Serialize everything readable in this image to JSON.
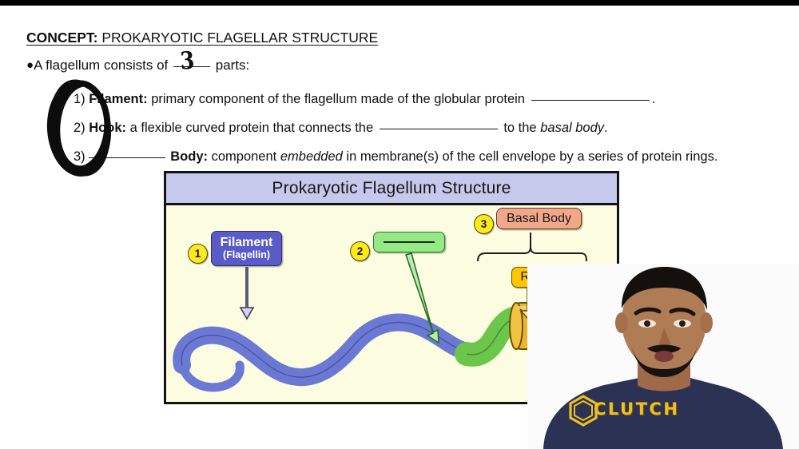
{
  "page": {
    "background_color": "#ffffff",
    "top_bar_color": "#000000"
  },
  "notes": {
    "concept_label": "CONCEPT:",
    "concept_title": "PROKARYOTIC FLAGELLAR STRUCTURE",
    "bullet": {
      "prefix": "A flagellum consists of",
      "handwritten_answer": "3",
      "suffix": "parts:"
    },
    "items": [
      {
        "number": "1)",
        "term": "Filament:",
        "text_before_blank": "primary component of the flagellum made of the globular protein",
        "blank": "",
        "text_after_blank": "."
      },
      {
        "number": "2)",
        "term": "Hook:",
        "text_before_blank": "a flexible curved protein that connects the",
        "blank": "",
        "text_after_blank": "to the",
        "italic_tail": "basal body",
        "period": "."
      },
      {
        "number": "3)",
        "term": "Body:",
        "blank": "",
        "text_before_italic": "component",
        "italic_word": "embedded",
        "text_after_italic": "in membrane(s) of the cell envelope by a series of protein rings."
      }
    ],
    "annotation": {
      "name": "hand-drawn-oval",
      "color": "#0d0d0d",
      "description": "thick scribbled ink oval circling the list numbers"
    }
  },
  "figure": {
    "title": "Prokaryotic Flagellum Structure",
    "header_color": "#c6c9ec",
    "body_color": "#fcfce0",
    "border_color": "#131313",
    "badges": [
      {
        "id": "1",
        "label": "1",
        "color": "#ffe919"
      },
      {
        "id": "2",
        "label": "2",
        "color": "#ffe919"
      },
      {
        "id": "3",
        "label": "3",
        "color": "#ffe919"
      }
    ],
    "labels": {
      "filament": {
        "line1": "Filament",
        "line2": "(Flagellin)",
        "fill": "#5b5bc7",
        "text_color": "#ffffff"
      },
      "hook": {
        "text": "",
        "fill": "#95e986",
        "has_blank_line": true
      },
      "basal_body": {
        "text": "Basal Body",
        "fill": "#f1a789"
      },
      "rod": {
        "text": "Rod",
        "fill": "#ffc600"
      }
    },
    "structure_colors": {
      "filament": "#6b79d4",
      "hook": "#6cc64b",
      "rod": "#edb42c",
      "basal_rings": "#d9623a"
    }
  },
  "presenter": {
    "shirt_text": "CLUTCH",
    "shirt_color": "#2b3254",
    "logo_color": "#f0c020",
    "logo_icon": "hexagon-icon"
  }
}
